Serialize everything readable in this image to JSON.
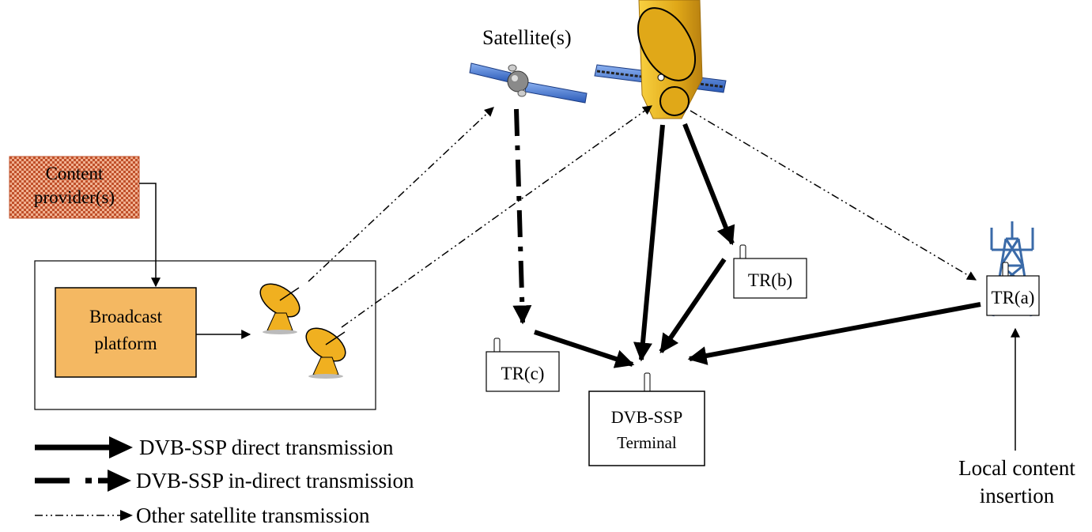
{
  "labels": {
    "satellites": "Satellite(s)",
    "content_provider_line1": "Content",
    "content_provider_line2": "provider(s)",
    "broadcast_line1": "Broadcast",
    "broadcast_line2": "platform",
    "tr_a": "TR(a)",
    "tr_b": "TR(b)",
    "tr_c": "TR(c)",
    "terminal_line1": "DVB-SSP",
    "terminal_line2": "Terminal",
    "local_line1": "Local content",
    "local_line2": "insertion"
  },
  "legend": {
    "direct": "DVB-SSP direct transmission",
    "indirect": "DVB-SSP in-direct transmission",
    "other": "Other satellite transmission"
  },
  "colors": {
    "broadcast_fill": "#f4b862",
    "provider_fill": "#e8a070",
    "provider_check": "#c0502a",
    "dish_fill": "#f0b020",
    "satellite_body": "#e6b01c",
    "solar_panel": "#4a7ad0",
    "tower": "#3a6aa8"
  },
  "icons": {
    "satellite_1": "satellite-icon",
    "satellite_2": "satellite-icon",
    "dish_1": "satellite-dish-icon",
    "dish_2": "satellite-dish-icon",
    "tower": "transmitter-tower-icon"
  }
}
